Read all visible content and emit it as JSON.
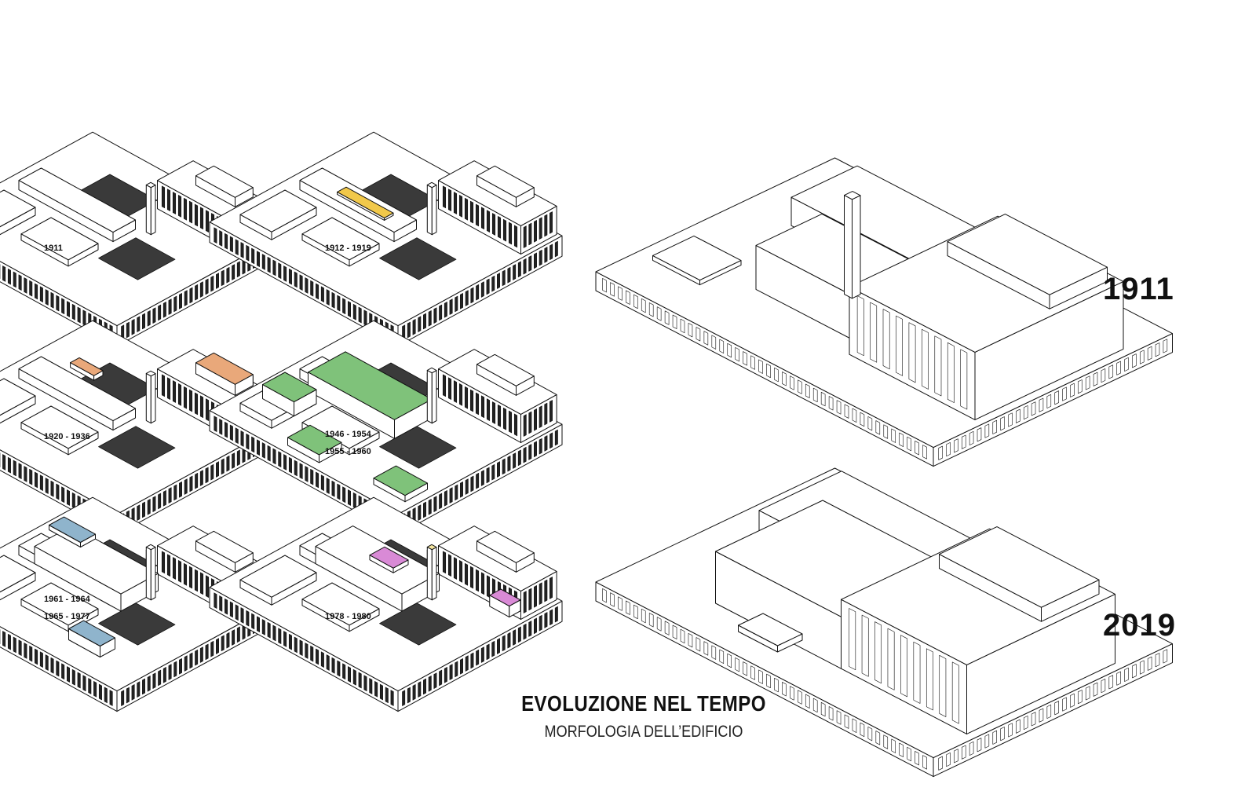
{
  "caption": {
    "title": "EVOLUZIONE NEL TEMPO",
    "subtitle": "MORFOLOGIA DELL’EDIFICIO"
  },
  "phases": [
    {
      "label": "1911",
      "highlight_color": ""
    },
    {
      "label": "1912 - 1919",
      "highlight_color": "#f1c84a"
    },
    {
      "label": "1920 - 1936",
      "highlight_color": "#e9a87a"
    },
    {
      "label": "1946 - 1954",
      "label2": "1955 - 1960",
      "highlight_color": "#7fc27a"
    },
    {
      "label": "1961 - 1964",
      "label2": "1965 - 1977",
      "highlight_color": "#8fb4cc"
    },
    {
      "label": "1978 - 1980",
      "highlight_color": "#d98ad6"
    }
  ],
  "comparison": [
    {
      "year": "1911"
    },
    {
      "year": "2019"
    }
  ],
  "colors": {
    "line": "#111111",
    "window": "#222222",
    "roof": "#ffffff"
  }
}
